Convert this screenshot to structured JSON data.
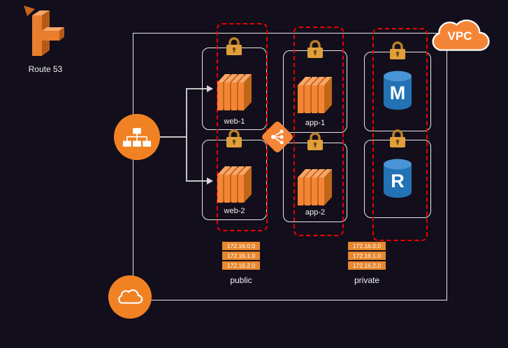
{
  "colors": {
    "background": "#130e1b",
    "aws_orange": "#f58536",
    "circle_orange": "#f08224",
    "security_group_red": "#ee0000",
    "database_blue": "#2372b5",
    "lock_gold": "#e09f3a",
    "boundary_white": "#e9e9e9"
  },
  "route53": {
    "label": "Route 53"
  },
  "vpc": {
    "label": "VPC"
  },
  "instances": [
    {
      "label": "web-1"
    },
    {
      "label": "web-2"
    },
    {
      "label": "app-1"
    },
    {
      "label": "app-2"
    }
  ],
  "databases": [
    {
      "letter": "M"
    },
    {
      "letter": "R"
    }
  ],
  "subnets": {
    "public": {
      "label": "public",
      "cidrs": [
        "172.16.0.0",
        "172.16.1.0",
        "172.16.2.0"
      ]
    },
    "private": {
      "label": "private",
      "cidrs": [
        "172.16.0.0",
        "172.16.1.0",
        "172.16.2.0"
      ]
    }
  }
}
